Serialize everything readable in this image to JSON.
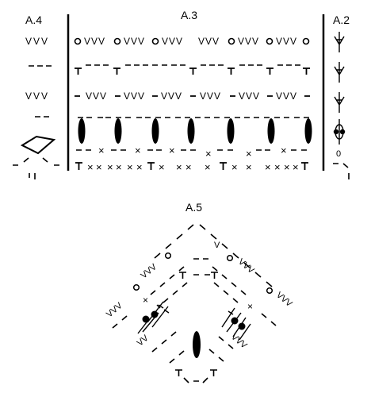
{
  "labels": {
    "a4": "A.4",
    "a3": "A.3",
    "a2": "A.2",
    "a5": "A.5"
  },
  "glyphs": {
    "vvv": "VVV",
    "vv": "VV",
    "v": "V",
    "x": "×",
    "t": "T",
    "zero": "0",
    "chain": "o"
  },
  "colors": {
    "ink": "#000000",
    "background": "#ffffff"
  }
}
